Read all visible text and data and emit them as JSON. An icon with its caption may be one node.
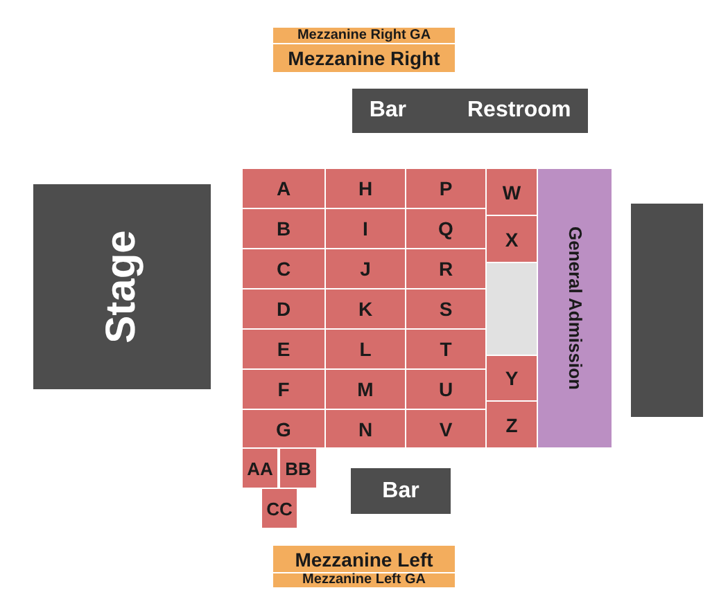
{
  "diagram": {
    "nodes": [
      {
        "text": [
          "Mezzanine Right GA"
        ]
      },
      {
        "text": [
          "Mezzanine Right"
        ]
      },
      {
        "text": [
          "Bar",
          "Restroom"
        ]
      },
      {
        "text": [
          "Stage"
        ]
      },
      {
        "text": [
          "A"
        ]
      },
      {
        "text": [
          "H"
        ]
      },
      {
        "text": [
          "P"
        ]
      },
      {
        "text": [
          "W"
        ]
      },
      {
        "text": [
          "General Admission"
        ]
      },
      {
        "text": [],
        "shape": "box"
      },
      {
        "text": [
          "B"
        ]
      },
      {
        "text": [
          "I"
        ]
      },
      {
        "text": [
          "Q"
        ]
      },
      {
        "text": [
          "X"
        ]
      },
      {
        "text": [
          "C"
        ]
      },
      {
        "text": [
          "J"
        ]
      },
      {
        "text": [
          "R"
        ]
      },
      {
        "text": [],
        "shape": "box"
      },
      {
        "text": [
          "D"
        ]
      },
      {
        "text": [
          "K"
        ]
      },
      {
        "text": [
          "S"
        ]
      },
      {
        "text": [
          "E"
        ]
      },
      {
        "text": [
          "L"
        ]
      },
      {
        "text": [
          "T"
        ]
      },
      {
        "text": [
          "F"
        ]
      },
      {
        "text": [
          "M"
        ]
      },
      {
        "text": [
          "U"
        ]
      },
      {
        "text": [
          "Y"
        ]
      },
      {
        "text": [
          "G"
        ]
      },
      {
        "text": [
          "N"
        ]
      },
      {
        "text": [
          "V"
        ]
      },
      {
        "text": [
          "Z"
        ]
      },
      {
        "text": [
          "AA"
        ]
      },
      {
        "text": [
          "BB"
        ]
      },
      {
        "text": [
          "Bar"
        ]
      },
      {
        "text": [
          "CC"
        ]
      },
      {
        "text": [
          "Mezzanine Left"
        ]
      },
      {
        "text": [
          "Mezzanine Left GA"
        ]
      }
    ]
  }
}
